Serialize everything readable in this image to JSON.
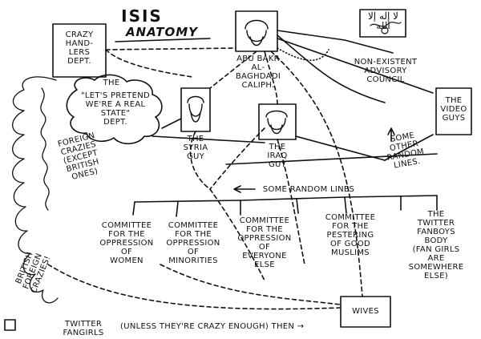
{
  "title": {
    "line1": "ISIS",
    "line2": "ANATOMY"
  },
  "boxes": {
    "crazy_handlers": "CRAZY\nHAND-\nLERS\nDEPT.",
    "video_guys": "THE\nVIDEO\nGUYS",
    "wives": "WIVES"
  },
  "leaders": {
    "baghdadi": "ABU BAKR\nAL-BAGHDADI\nCALIPH.",
    "syria": "THE\nSYRIA\nGUY",
    "iraq": "THE\nIRAQ\nGUY"
  },
  "council": {
    "arabic": "لا إله إلا الله",
    "label": "NON-EXISTENT\nADVISORY\nCOUNCIL"
  },
  "cloud_text": "\"LET'S PRETEND\nWE'RE A REAL\nSTATE\"\nDEPT.",
  "the_label": "THE",
  "foreign_crazies": "FOREIGN\nCRAZIES\n(EXCEPT\nBRITISH\nONES)",
  "british_foreign_crazies": "BRITISH\nFOREIGN\nCRAZIES!",
  "random_lines_left": "SOME RANDOM LINES",
  "random_lines_right": "SOME\nOTHER\nRANDOM\nLINES.",
  "committees": [
    "COMMITTEE\nFOR THE\nOPPRESSION\nOF\nWOMEN",
    "COMMITTEE\nFOR THE\nOPPRESSION\nOF\nMINORITIES",
    "COMMITTEE\nFOR THE\nOPPRESSION\nOF\nEVERYONE\nELSE",
    "COMMITTEE\nFOR THE\nPESTERING\nOF GOOD\nMUSLIMS"
  ],
  "twitter_fanboys": "THE\nTWITTER\nFANBOYS\nBODY\n(FAN GIRLS\nARE\nSOMEWHERE\nELSE)",
  "twitter_fangirls": "TWITTER\nFANGIRLS",
  "unless_text": "(UNLESS THEY'RE CRAZY ENOUGH) THEN →"
}
